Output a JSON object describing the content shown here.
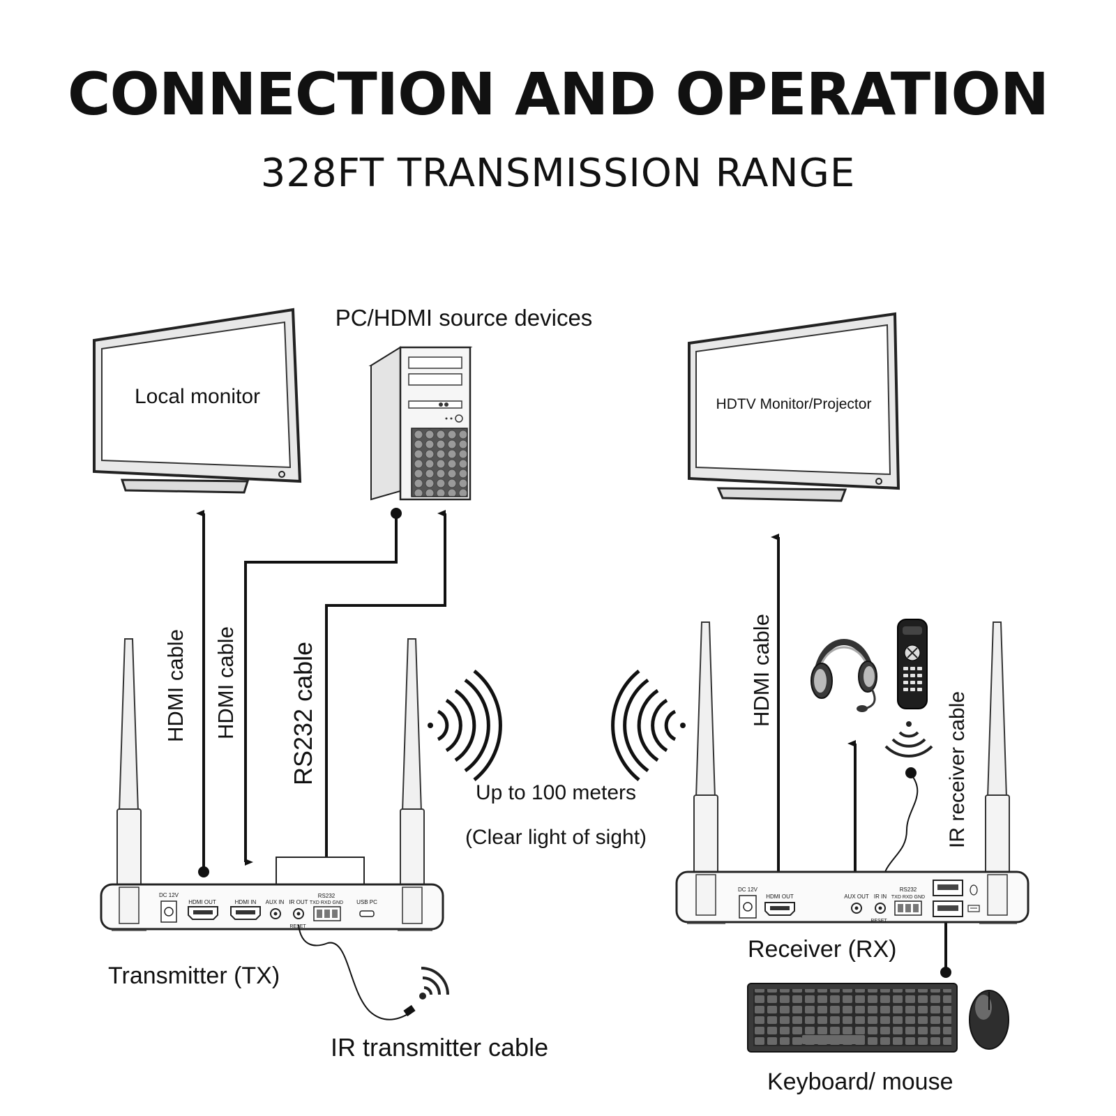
{
  "title": "CONNECTION AND OPERATION",
  "subtitle": "328FT TRANSMISSION RANGE",
  "devices": {
    "local_monitor": "Local monitor",
    "pc_source": "PC/HDMI source devices",
    "hdtv_monitor": "HDTV Monitor/Projector",
    "transmitter": "Transmitter (TX)",
    "receiver": "Receiver (RX)",
    "keyboard_mouse": "Keyboard/ mouse"
  },
  "cables": {
    "tx_hdmi_out": "HDMI cable",
    "tx_hdmi_in": "HDMI cable",
    "rs232": "RS232 cable",
    "rx_hdmi_out": "HDMI cable",
    "ir_receiver": "IR receiver cable",
    "ir_transmitter": "IR transmitter cable"
  },
  "range": {
    "distance": "Up to 100 meters",
    "condition": "(Clear light of sight)"
  },
  "tx_ports": {
    "dc": "DC 12V",
    "hdmi_out": "HDMI OUT",
    "hdmi_in": "HDMI IN",
    "aux_in": "AUX IN",
    "ir_out": "IR OUT",
    "rs232": "RS232",
    "rs232_pins": "TXD RXD GND",
    "reset": "RESET",
    "usb_pc": "USB PC"
  },
  "rx_ports": {
    "dc": "DC 12V",
    "hdmi_out": "HDMI OUT",
    "aux_out": "AUX OUT",
    "ir_in": "IR IN",
    "rs232": "RS232",
    "rs232_pins": "TXD RXD GND",
    "reset": "RESET"
  }
}
